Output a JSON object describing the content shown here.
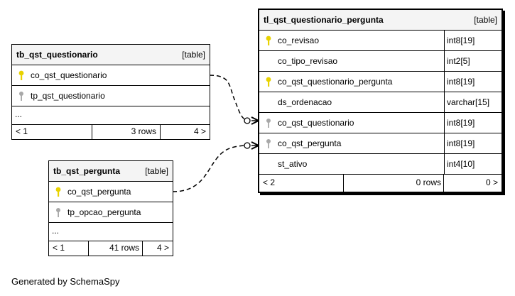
{
  "tables": {
    "questionario": {
      "name": "tb_qst_questionario",
      "type": "[table]",
      "columns": [
        {
          "name": "co_qst_questionario",
          "key": "primary"
        },
        {
          "name": "tp_qst_questionario",
          "key": "foreign"
        }
      ],
      "more": "...",
      "footer": {
        "prev": "< 1",
        "rows": "3 rows",
        "next": "4 >"
      }
    },
    "pergunta": {
      "name": "tb_qst_pergunta",
      "type": "[table]",
      "columns": [
        {
          "name": "co_qst_pergunta",
          "key": "primary"
        },
        {
          "name": "tp_opcao_pergunta",
          "key": "foreign"
        }
      ],
      "more": "...",
      "footer": {
        "prev": "< 1",
        "rows": "41 rows",
        "next": "4 >"
      }
    },
    "questionario_pergunta": {
      "name": "tl_qst_questionario_pergunta",
      "type": "[table]",
      "columns": [
        {
          "name": "co_revisao",
          "type": "int8[19]",
          "key": "primary"
        },
        {
          "name": "co_tipo_revisao",
          "type": "int2[5]",
          "key": "none"
        },
        {
          "name": "co_qst_questionario_pergunta",
          "type": "int8[19]",
          "key": "primary"
        },
        {
          "name": "ds_ordenacao",
          "type": "varchar[15]",
          "key": "none"
        },
        {
          "name": "co_qst_questionario",
          "type": "int8[19]",
          "key": "foreign"
        },
        {
          "name": "co_qst_pergunta",
          "type": "int8[19]",
          "key": "foreign"
        },
        {
          "name": "st_ativo",
          "type": "int4[10]",
          "key": "none"
        }
      ],
      "footer": {
        "prev": "< 2",
        "rows": "0 rows",
        "next": "0 >"
      }
    }
  },
  "caption": "Generated by SchemaSpy",
  "colors": {
    "primary_key": "#e8d200",
    "foreign_key": "#a8a8a8",
    "header_bg": "#f4f4f4"
  }
}
